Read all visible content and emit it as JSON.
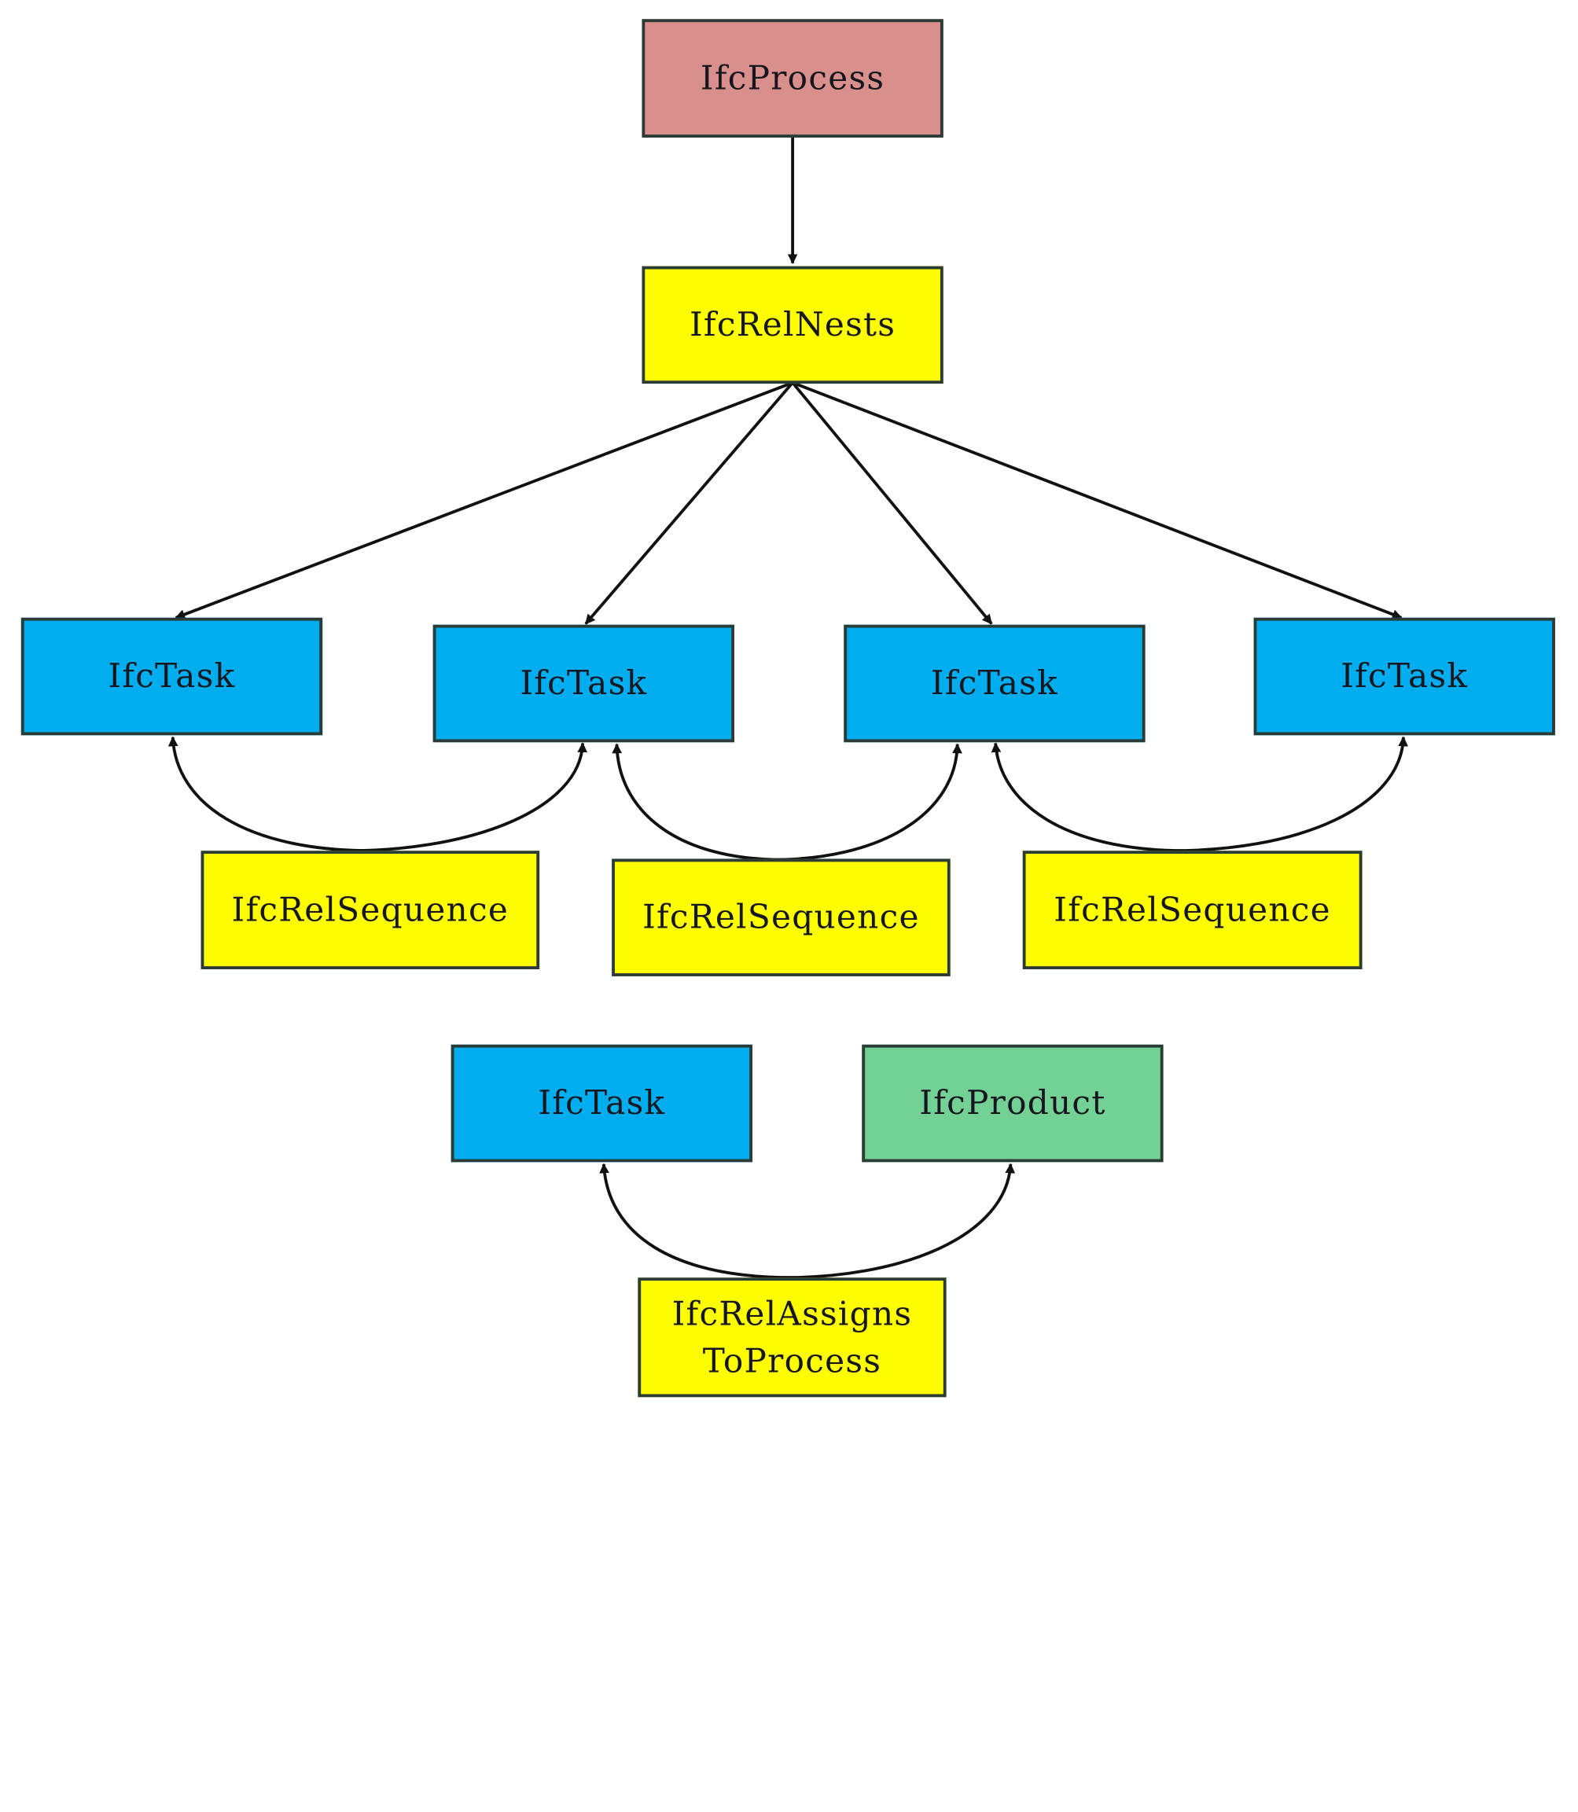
{
  "nodes": {
    "process": "IfcProcess",
    "rel_nests": "IfcRelNests",
    "tasks": [
      "IfcTask",
      "IfcTask",
      "IfcTask",
      "IfcTask"
    ],
    "rel_sequences": [
      "IfcRelSequence",
      "IfcRelSequence",
      "IfcRelSequence"
    ],
    "bottom_task": "IfcTask",
    "product": "IfcProduct",
    "rel_assigns": [
      "IfcRelAssigns",
      "ToProcess"
    ]
  },
  "colors": {
    "process": "#d98f8b",
    "relationship": "#fdfd00",
    "task": "#00adef",
    "product": "#73d196",
    "border": "#2b3b35",
    "arrow": "#111111"
  }
}
